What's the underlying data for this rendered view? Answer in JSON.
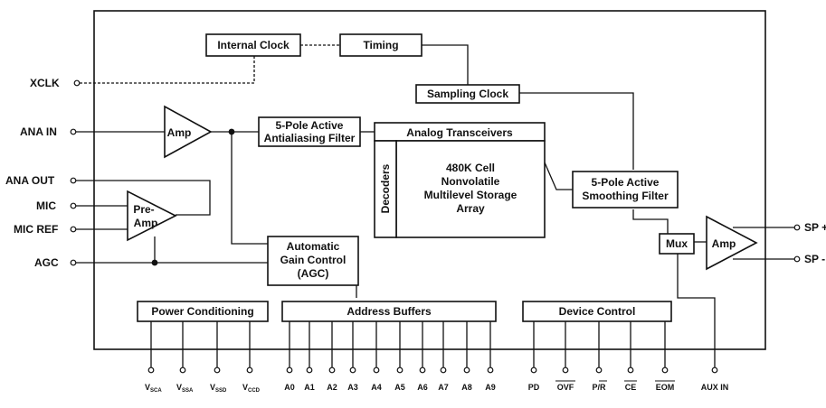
{
  "blocks": {
    "internal_clock": "Internal Clock",
    "timing": "Timing",
    "sampling_clock": "Sampling Clock",
    "filter_in_1": "5-Pole Active",
    "filter_in_2": "Antialiasing Filter",
    "analog_transceivers": "Analog Transceivers",
    "decoders": "Decoders",
    "array_1": "480K Cell",
    "array_2": "Nonvolatile",
    "array_3": "Multilevel Storage",
    "array_4": "Array",
    "filter_out_1": "5-Pole Active",
    "filter_out_2": "Smoothing Filter",
    "amp_in": "Amp",
    "preamp_1": "Pre-",
    "preamp_2": "Amp",
    "agc_1": "Automatic",
    "agc_2": "Gain Control",
    "agc_3": "(AGC)",
    "mux": "Mux",
    "amp_out": "Amp",
    "power_conditioning": "Power Conditioning",
    "address_buffers": "Address Buffers",
    "device_control": "Device Control"
  },
  "left_pins": {
    "xclk": "XCLK",
    "ana_in": "ANA IN",
    "ana_out": "ANA OUT",
    "mic": "MIC",
    "mic_ref": "MIC REF",
    "agc": "AGC"
  },
  "right_pins": {
    "sp_plus": "SP +",
    "sp_minus": "SP -"
  },
  "power_pins": [
    {
      "base": "V",
      "sub": "SCA"
    },
    {
      "base": "V",
      "sub": "SSA"
    },
    {
      "base": "V",
      "sub": "SSD"
    },
    {
      "base": "V",
      "sub": "CCD"
    }
  ],
  "address_pins": [
    "A0",
    "A1",
    "A2",
    "A3",
    "A4",
    "A5",
    "A6",
    "A7",
    "A8",
    "A9"
  ],
  "control_pins": [
    "PD",
    "OVF",
    "P/R",
    "CE",
    "EOM"
  ],
  "aux_pin": "AUX IN"
}
